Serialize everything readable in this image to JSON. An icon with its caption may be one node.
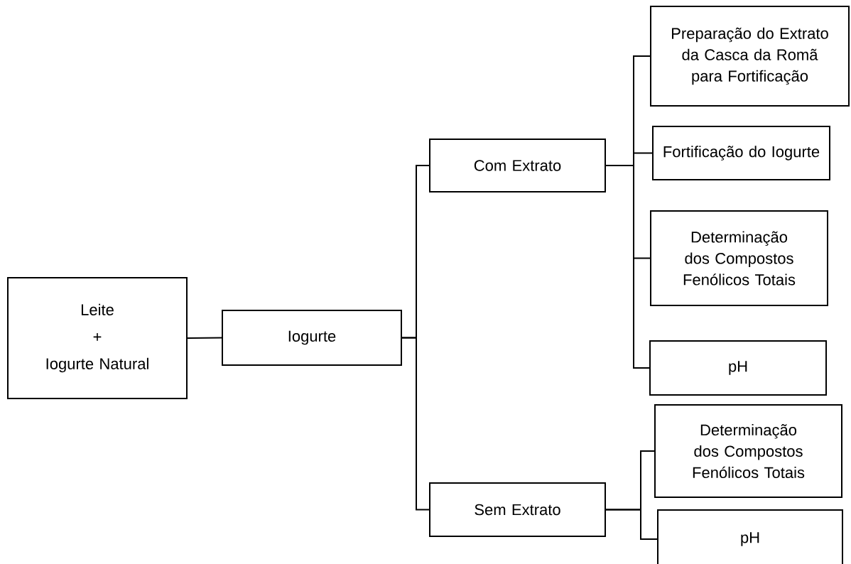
{
  "diagram": {
    "nodes": [
      {
        "text": [
          "Leite",
          "+",
          "Iogurte Natural"
        ]
      },
      {
        "text": [
          "Iogurte"
        ]
      },
      {
        "text": [
          "Com Extrato"
        ]
      },
      {
        "text": [
          "Sem Extrato"
        ]
      },
      {
        "text": [
          "Preparação do Extrato da Casca da Romã para Fortificação"
        ]
      },
      {
        "text": [
          "Fortificação do Iogurte"
        ]
      },
      {
        "text": [
          "Determinação dos Compostos Fenólicos Totais"
        ]
      },
      {
        "text": [
          "pH"
        ]
      },
      {
        "text": [
          "Determinação dos Compostos Fenólicos Totais"
        ]
      },
      {
        "text": [
          "pH"
        ]
      }
    ],
    "edges": [
      {
        "from": 0,
        "to": 1,
        "arrow": "none"
      },
      {
        "from": 1,
        "to": 2,
        "arrow": "none"
      },
      {
        "from": 1,
        "to": 3,
        "arrow": "none"
      },
      {
        "from": 2,
        "to": 4,
        "arrow": "none"
      },
      {
        "from": 2,
        "to": 5,
        "arrow": "none"
      },
      {
        "from": 2,
        "to": 6,
        "arrow": "none"
      },
      {
        "from": 2,
        "to": 7,
        "arrow": "none"
      },
      {
        "from": 3,
        "to": 8,
        "arrow": "none"
      },
      {
        "from": 3,
        "to": 9,
        "arrow": "none"
      }
    ]
  }
}
